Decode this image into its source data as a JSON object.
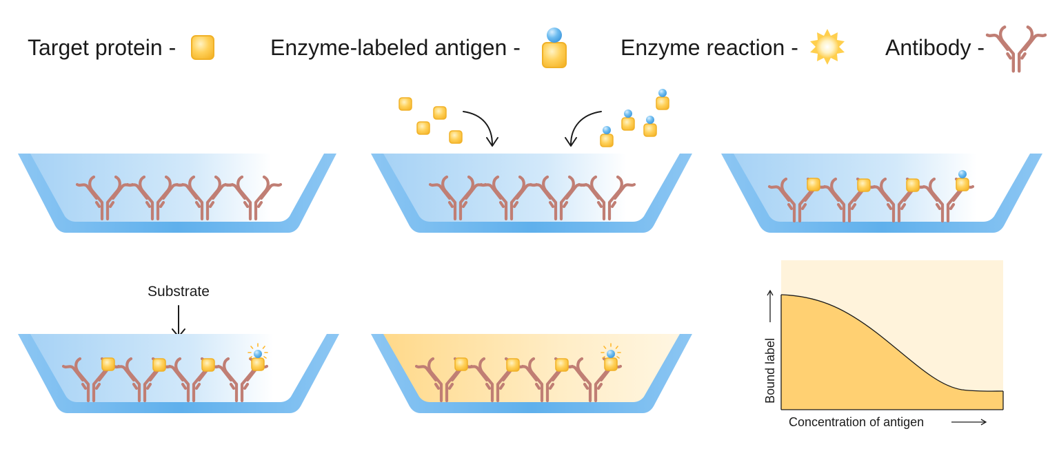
{
  "legend": {
    "target_protein": "Target protein -",
    "enzyme_labeled_antigen": "Enzyme-labeled antigen -",
    "enzyme_reaction": "Enzyme reaction -",
    "antibody": "Antibody -"
  },
  "step4": {
    "arrow_label": "Substrate"
  },
  "chart_data": {
    "type": "area",
    "xlabel": "Concentration of antigen",
    "ylabel": "Bound label",
    "shape": "decreasing sigmoid"
  },
  "colors": {
    "antibody": "#c07e74",
    "protein_fill": "#ffc93c",
    "protein_edge": "#f2b31e",
    "label_ball": "#5ab0ea",
    "well_rim": "#6db4ee",
    "well_fill_light": "#d6ebfb",
    "chart_bg": "#fff3db",
    "chart_fill": "#ffd072"
  }
}
